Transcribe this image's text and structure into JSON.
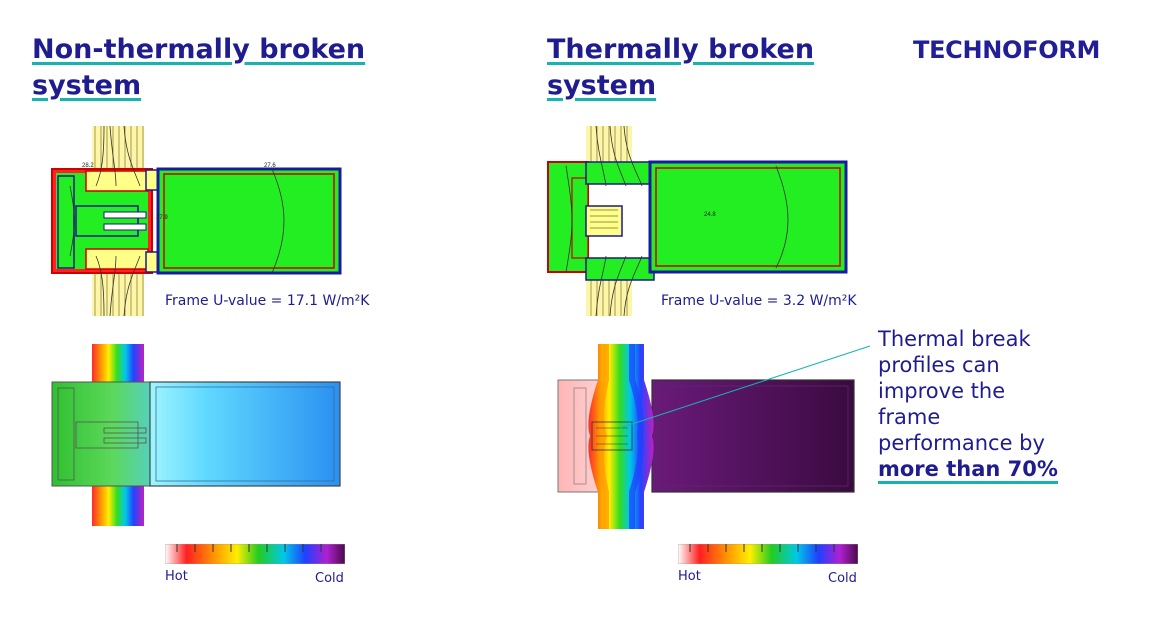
{
  "titles": {
    "left_line1": "Non-thermally broken",
    "left_line2": "system",
    "right_line1": "Thermally broken",
    "right_line2": "system"
  },
  "brand": {
    "logo": "TECHNOFORM",
    "color": "#221e96",
    "accent": "#17b3b0"
  },
  "left_panel": {
    "u_value": "Frame U-value = 17.1 W/m²K",
    "contour_labels": [
      "28.2",
      "27.6",
      "27.9"
    ]
  },
  "right_panel": {
    "u_value": "Frame U-value = 3.2 W/m²K",
    "contour_labels": [
      "24.8"
    ]
  },
  "legend": {
    "hot": "Hot",
    "cold": "Cold"
  },
  "note": {
    "line1": "Thermal break",
    "line2": "profiles can",
    "line3": "improve the",
    "line4": "frame",
    "line5": "performance by",
    "emphasis": "more than 70%"
  }
}
